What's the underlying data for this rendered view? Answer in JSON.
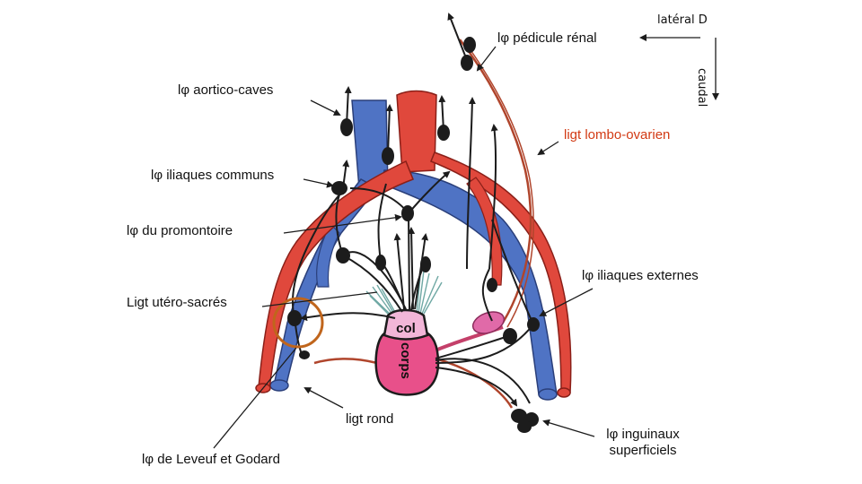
{
  "labels": {
    "pedicule_renal": "lφ pédicule rénal",
    "aortico_caves": "lφ aortico-caves",
    "lombo_ovarien": "ligt lombo-ovarien",
    "iliaques_communs": "lφ iliaques communs",
    "promontoire": "lφ du promontoire",
    "utero_sacres": "Ligt utéro-sacrés",
    "iliaques_externes": "lφ iliaques externes",
    "ligt_rond": "ligt rond",
    "leveuf_godard": "lφ de Leveuf et Godard",
    "inguinaux_line1": "lφ inguinaux",
    "inguinaux_line2": "superficiels"
  },
  "orientation": {
    "lateral": "latéral D",
    "caudal": "caudal"
  },
  "uterus": {
    "col": "col",
    "corps": "corps"
  },
  "colors": {
    "artery": "#e0483c",
    "vein": "#4f73c4",
    "ligament": "#b0452c",
    "node": "#1c1c1c",
    "uterus_body": "#e8508a",
    "uterus_neck": "#f2b6d8",
    "highlight_ring": "#c0651c",
    "ligament_label": "#d23a14"
  }
}
